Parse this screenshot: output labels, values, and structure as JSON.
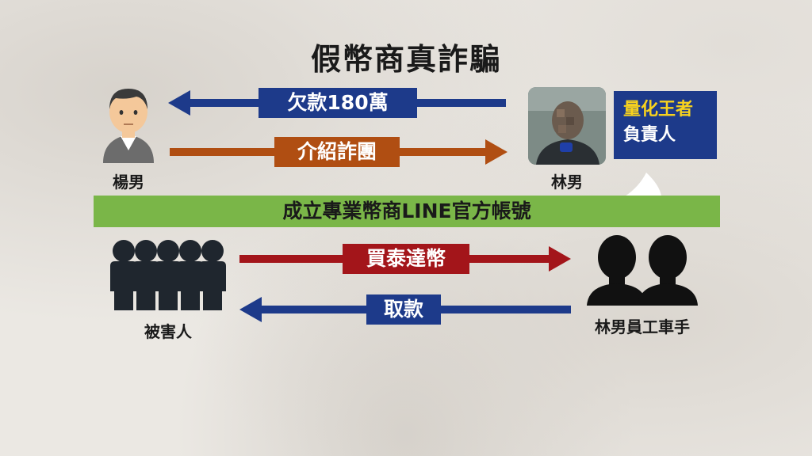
{
  "title": "假幣商真詐騙",
  "people": {
    "yang": {
      "name": "楊男"
    },
    "lin": {
      "name": "林男"
    },
    "victims": {
      "name": "被害人"
    },
    "employees": {
      "name": "林男員工車手"
    }
  },
  "callout": {
    "line1": "量化王者",
    "line2": "負責人"
  },
  "banner": "成立專業幣商LINE官方帳號",
  "flows": [
    {
      "label": "欠款180萬",
      "color": "#1d3a8a"
    },
    {
      "label": "介紹詐團",
      "color": "#b04e12"
    },
    {
      "label": "買泰達幣",
      "color": "#a3151a"
    },
    {
      "label": "取款",
      "color": "#1d3a8a"
    }
  ],
  "colors": {
    "navy": "#1d3a8a",
    "orange": "#b04e12",
    "red": "#a3151a",
    "green": "#7ab648",
    "yellow": "#f7d21e"
  },
  "icons": {
    "yang": "man-avatar-icon",
    "lin": "blurred-photo-icon",
    "victims": "group-silhouette-icon",
    "employees": "two-person-silhouette-icon"
  }
}
